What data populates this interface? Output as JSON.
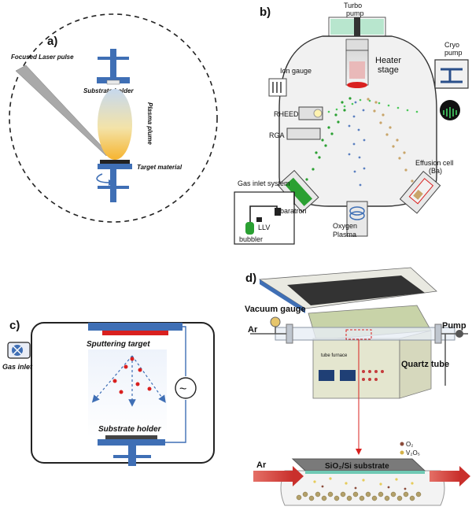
{
  "panel_a": {
    "label": "a)",
    "laser": "Focused Laser pulse",
    "substrate": "Substrate holder",
    "plume": "Plasma plume",
    "target": "Target material"
  },
  "panel_b": {
    "label": "b)",
    "turbo1": "Turbo",
    "turbo2": "pump",
    "cryo1": "Cryo",
    "cryo2": "pump",
    "ion": "Ion gauge",
    "heater1": "Heater",
    "heater2": "stage",
    "rheed": "RHEED",
    "rga": "RGA",
    "eff1": "Effusion cell",
    "eff2": "(Ba)",
    "gas": "Gas inlet system",
    "oxy1": "Oxygen",
    "oxy2": "Plasma",
    "baratron": "baratron",
    "llv": "LLV",
    "bubbler": "bubbler"
  },
  "panel_c": {
    "label": "c)",
    "gas": "Gas inlet",
    "target": "Sputtering target",
    "substrate": "Substrate holder",
    "ac": "~"
  },
  "panel_d": {
    "label": "d)",
    "vacuum": "Vacuum gauge",
    "ar_top": "Ar",
    "pump": "Pump",
    "quartz": "Quartz tube",
    "furnace": "tube furnace",
    "ar_bottom": "Ar",
    "substrate": "SiO₂/Si substrate",
    "o2": "O₂",
    "v2o5": "V₂O₅"
  },
  "colors": {
    "blue": "#3f6fb5",
    "red": "#d9201f",
    "green": "#2aa032",
    "plume_top": "#c9d9ef",
    "plume_bottom": "#f5b835",
    "furnace": "#e4e6cf",
    "arrow": "#d9534f"
  }
}
